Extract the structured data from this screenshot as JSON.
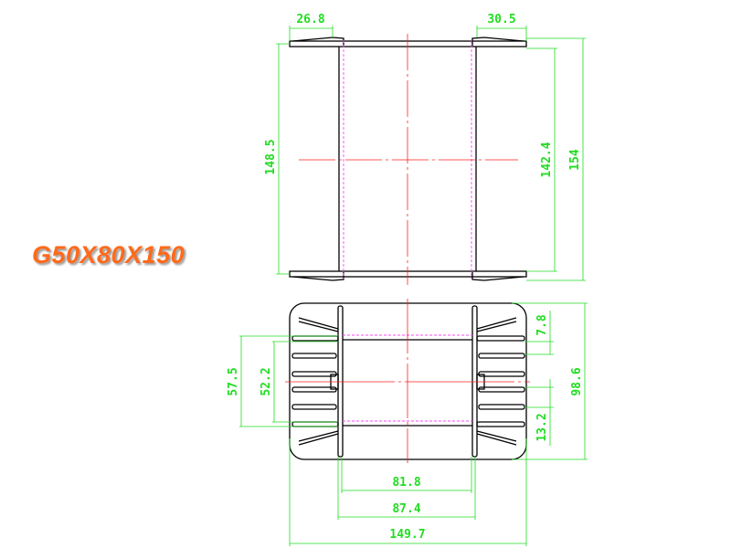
{
  "title": "G50X80X150",
  "top_view": {
    "dims": {
      "left_flange": "26.8",
      "right_flange": "30.5",
      "height_left": "148.5",
      "height_inner": "142.4",
      "height_total": "154"
    }
  },
  "bottom_view": {
    "dims": {
      "outer_height": "57.5",
      "inner_height": "52.2",
      "total_height": "98.6",
      "slot_top": "7.8",
      "slot_bottom": "13.2",
      "inner_width": "81.8",
      "plate_width": "87.4",
      "total_width": "149.7"
    }
  },
  "colors": {
    "outline": "#000000",
    "dimension": "#22dd22",
    "centerline": "#ff2020",
    "hidden": "#ff44ff",
    "title": "#ff6a1a"
  }
}
